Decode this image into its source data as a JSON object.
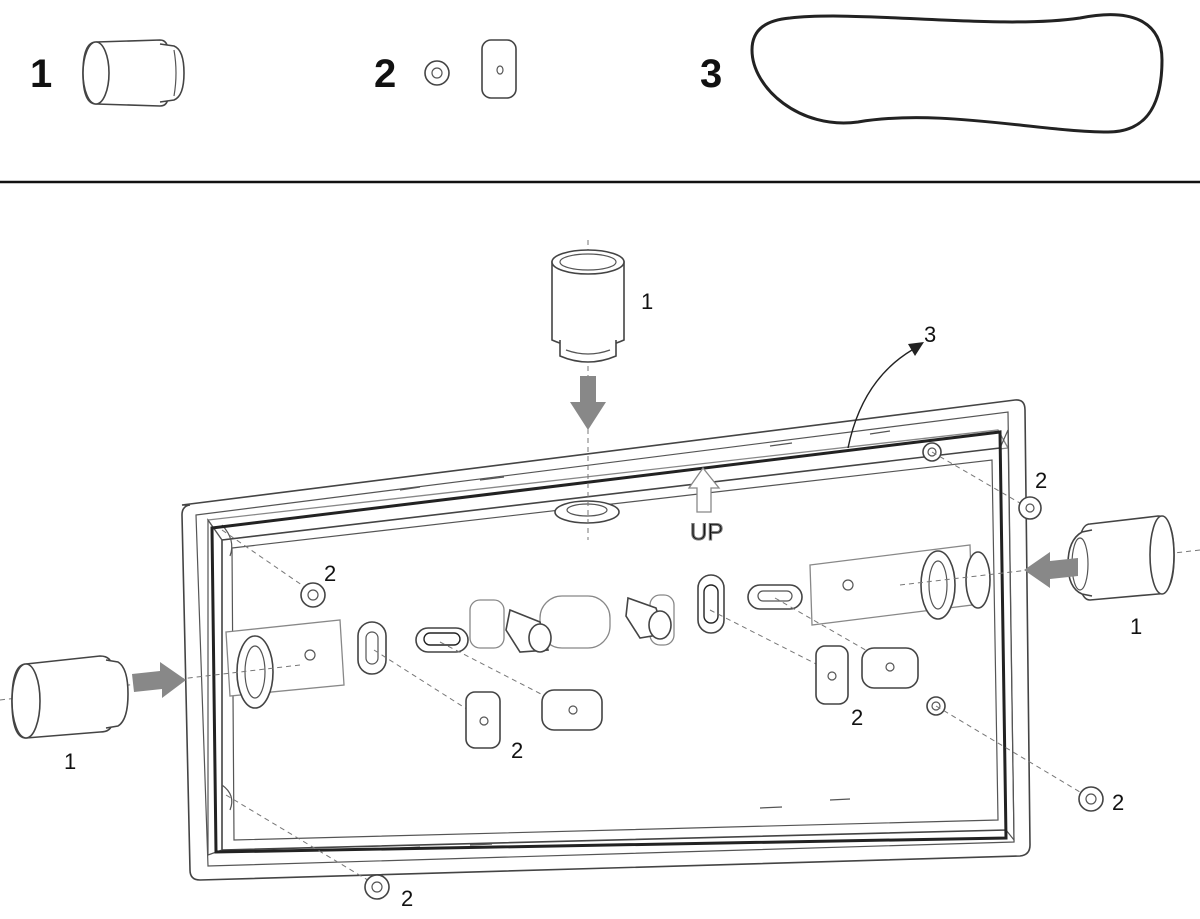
{
  "legend": {
    "items": [
      {
        "number": "1",
        "part": "cable-gland-grommet"
      },
      {
        "number": "2",
        "part": "screw-cap-and-cover"
      },
      {
        "number": "3",
        "part": "gasket-seal"
      }
    ]
  },
  "callouts": {
    "top_gland": "1",
    "gasket": "3",
    "right_gland": "1",
    "left_gland": "1",
    "cap_top_right": "2",
    "cap_upper_left": "2",
    "cap_center_left": "2",
    "cap_center_right": "2",
    "cap_lower_right": "2",
    "cap_bottom_left": "2"
  },
  "box_marking": {
    "up_label": "UP"
  },
  "colors": {
    "arrow": "#888888",
    "line": "#222222",
    "background": "#ffffff"
  },
  "icons": [
    "arrow-down-icon",
    "arrow-left-icon",
    "arrow-right-icon",
    "up-arrow-icon"
  ]
}
